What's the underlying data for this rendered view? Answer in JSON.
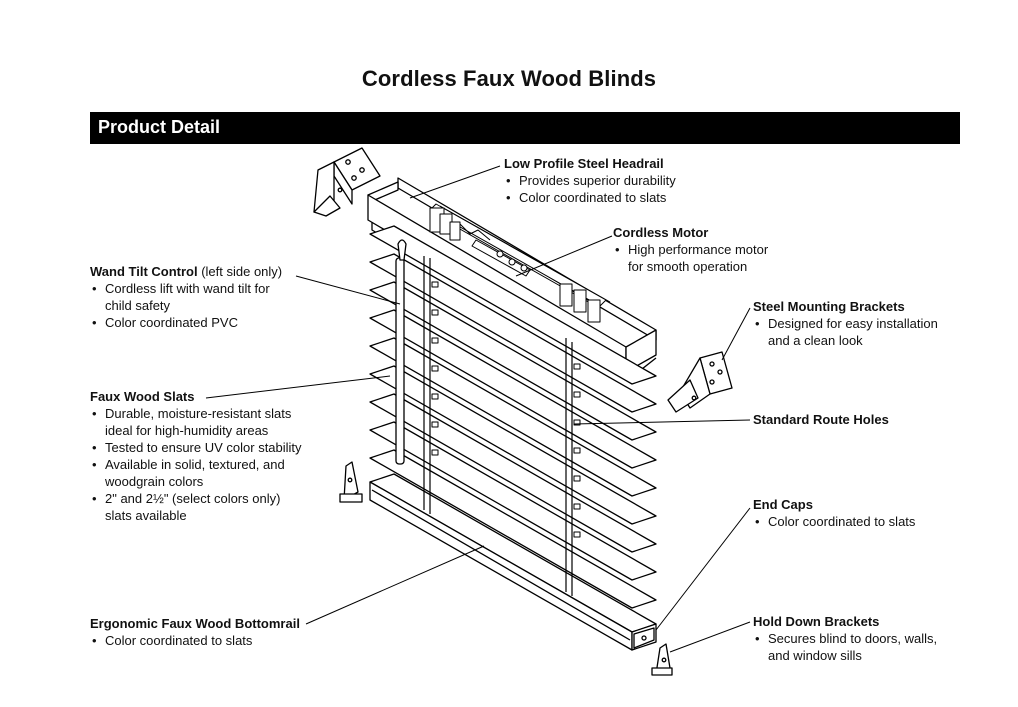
{
  "title": "Cordless Faux Wood Blinds",
  "section_bar": "Product Detail",
  "callouts": {
    "headrail": {
      "title": "Low Profile Steel Headrail",
      "bullets": [
        "Provides superior durability",
        "Color coordinated to slats"
      ]
    },
    "motor": {
      "title": "Cordless Motor",
      "bullets": [
        "High performance motor for smooth operation"
      ]
    },
    "wand": {
      "title": "Wand Tilt Control",
      "note": " (left side only)",
      "bullets": [
        "Cordless lift with wand tilt for child safety",
        "Color coordinated PVC"
      ]
    },
    "brackets": {
      "title": "Steel Mounting Brackets",
      "bullets": [
        "Designed for easy installation and a clean look"
      ]
    },
    "slats": {
      "title": "Faux Wood Slats",
      "bullets": [
        "Durable, moisture-resistant slats ideal for high-humidity areas",
        "Tested to ensure UV color stability",
        "Available in solid, textured, and woodgrain colors",
        "2\" and 2½\" (select colors only) slats available"
      ]
    },
    "route": {
      "title": "Standard Route Holes"
    },
    "endcaps": {
      "title": "End Caps",
      "bullets": [
        "Color coordinated to slats"
      ]
    },
    "bottomrail": {
      "title": "Ergonomic Faux Wood Bottomrail",
      "bullets": [
        "Color coordinated to slats"
      ]
    },
    "holddown": {
      "title": "Hold Down Brackets",
      "bullets": [
        "Secures blind to doors, walls, and window sills"
      ]
    }
  },
  "colors": {
    "ink": "#000000",
    "background": "#ffffff",
    "bar": "#000000",
    "bar_text": "#ffffff"
  }
}
